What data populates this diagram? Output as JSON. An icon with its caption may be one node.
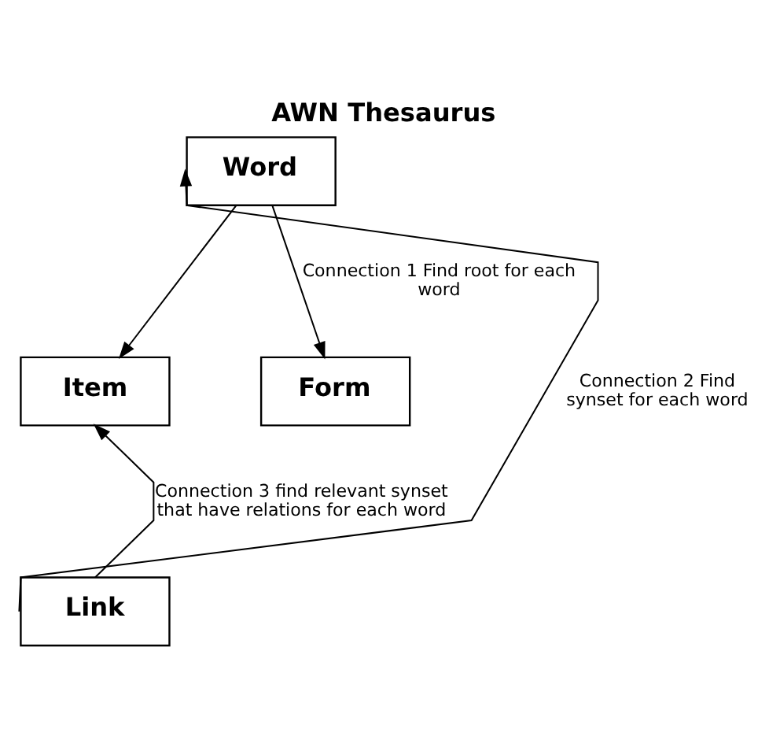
{
  "diagram": {
    "title": "AWN Thesaurus",
    "nodes": [
      {
        "text": [
          "Word"
        ]
      },
      {
        "text": [
          "Item"
        ]
      },
      {
        "text": [
          "Form"
        ]
      },
      {
        "text": [
          "Link"
        ]
      }
    ],
    "edges": [
      {
        "from": 0,
        "to": 1,
        "arrow": "to"
      },
      {
        "from": 0,
        "to": 2,
        "arrow": "to",
        "label": "Connection 1 Find root for each word"
      },
      {
        "from": 3,
        "to": 1,
        "arrow": "to",
        "label": "Connection 3 find relevant synset that have relations for each word"
      },
      {
        "from": 3,
        "to": 0,
        "arrow": "to",
        "label": "Connection 2 Find synset for each word"
      }
    ]
  }
}
